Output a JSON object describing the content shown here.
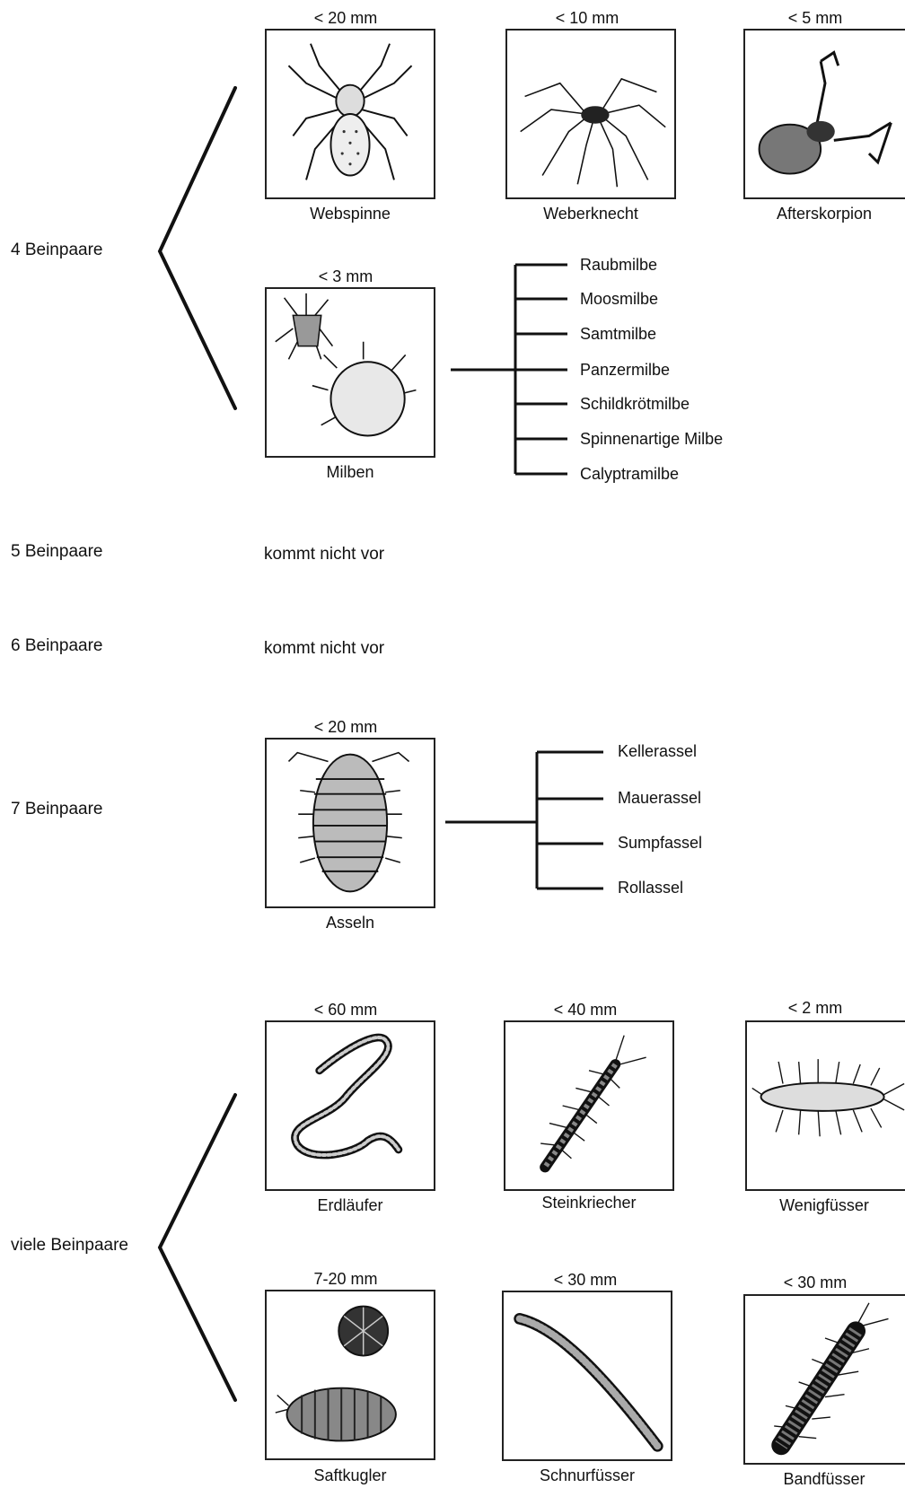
{
  "groups": {
    "g4": "4 Beinpaare",
    "g5": "5 Beinpaare",
    "g6": "6 Beinpaare",
    "g7": "7 Beinpaare",
    "gmany": "viele Beinpaare"
  },
  "absent": {
    "g5": "kommt nicht vor",
    "g6": "kommt nicht vor"
  },
  "animals": {
    "webspinne": {
      "size": "< 20 mm",
      "name": "Webspinne",
      "icon": "spider-icon"
    },
    "weberknecht": {
      "size": "< 10 mm",
      "name": "Weberknecht",
      "icon": "harvestman-icon"
    },
    "afterskorpion": {
      "size": "< 5 mm",
      "name": "Afterskorpion",
      "icon": "pseudoscorpion-icon"
    },
    "milben": {
      "size": "< 3 mm",
      "name": "Milben",
      "icon": "mite-icon"
    },
    "asseln": {
      "size": "< 20 mm",
      "name": "Asseln",
      "icon": "woodlouse-icon"
    },
    "erdlaeufer": {
      "size": "< 60 mm",
      "name": "Erdläufer",
      "icon": "soil-centipede-icon"
    },
    "steinkriecher": {
      "size": "< 40 mm",
      "name": "Steinkriecher",
      "icon": "stone-centipede-icon"
    },
    "wenigfuesser": {
      "size": "< 2 mm",
      "name": "Wenigfüsser",
      "icon": "pauropod-icon"
    },
    "saftkugler": {
      "size": "7-20 mm",
      "name": "Saftkugler",
      "icon": "pill-millipede-icon"
    },
    "schnurfuesser": {
      "size": "< 30 mm",
      "name": "Schnurfüsser",
      "icon": "snake-millipede-icon"
    },
    "bandfuesser": {
      "size": "< 30 mm",
      "name": "Bandfüsser",
      "icon": "flat-millipede-icon"
    }
  },
  "milben_types": [
    "Raubmilbe",
    "Moosmilbe",
    "Samtmilbe",
    "Panzermilbe",
    "Schildkrötmilbe",
    "Spinnenartige Milbe",
    "Calyptramilbe"
  ],
  "asseln_types": [
    "Kellerassel",
    "Mauerassel",
    "Sumpfassel",
    "Rollassel"
  ]
}
